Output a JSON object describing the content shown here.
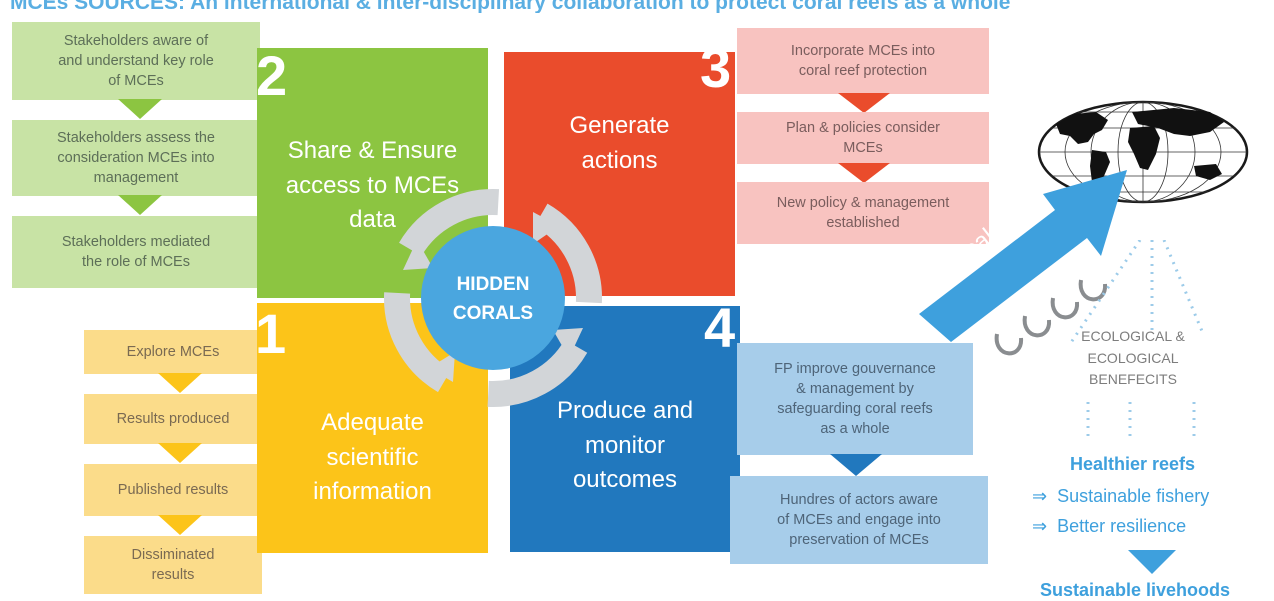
{
  "banner_text": "MCEs SOURCES: An international & inter-disciplinary collaboration to protect coral reefs as a whole",
  "center_label": [
    "HIDDEN",
    "CORALS"
  ],
  "quadrants": {
    "q1": {
      "number": "1",
      "lines": [
        "Adequate",
        "scientific",
        "information"
      ]
    },
    "q2": {
      "number": "2",
      "lines": [
        "Share & Ensure",
        "access to MCEs",
        "data"
      ]
    },
    "q3": {
      "number": "3",
      "lines": [
        "Generate",
        "actions"
      ]
    },
    "q4": {
      "number": "4",
      "lines": [
        "Produce and",
        "monitor",
        "outcomes"
      ]
    }
  },
  "green_steps": [
    [
      "Stakeholders aware of",
      "and understand key role",
      "of MCEs"
    ],
    [
      "Stakeholders assess the",
      "consideration MCEs into",
      "management"
    ],
    [
      "Stakeholders mediated",
      "the role of MCEs"
    ]
  ],
  "yellow_steps": [
    [
      "Explore MCEs"
    ],
    [
      "Results produced"
    ],
    [
      "Published results"
    ],
    [
      "Dissiminated",
      "results"
    ]
  ],
  "pink_steps": [
    [
      "Incorporate MCEs into",
      "coral reef protection"
    ],
    [
      "Plan & policies consider",
      "MCEs"
    ],
    [
      "New policy & management",
      "established"
    ]
  ],
  "blue_steps": [
    [
      "FP improve gouvernance",
      "& management by",
      "safeguarding coral reefs",
      "as a whole"
    ],
    [
      "Hundres of actors aware",
      "of MCEs and engage into",
      "preservation of MCEs"
    ]
  ],
  "scale_up_label": "Scale up",
  "benefits_label": [
    "ECOLOGICAL &",
    "ECOLOGICAL",
    "BENEFECITS"
  ],
  "outcomes": {
    "headline": "Healthier  reefs",
    "items": [
      {
        "symbol": "⇒",
        "text": "Sustainable fishery"
      },
      {
        "symbol": "⇒",
        "text": "Better resilience"
      }
    ],
    "final": "Sustainable livehoods"
  },
  "colors": {
    "green": "#8cc541",
    "red": "#ea4c2c",
    "yellow": "#fcc419",
    "blue": "#2178be",
    "light_blue": "#3ea0dd",
    "center": "#4aa6df",
    "ring": "#d2d5d8"
  }
}
